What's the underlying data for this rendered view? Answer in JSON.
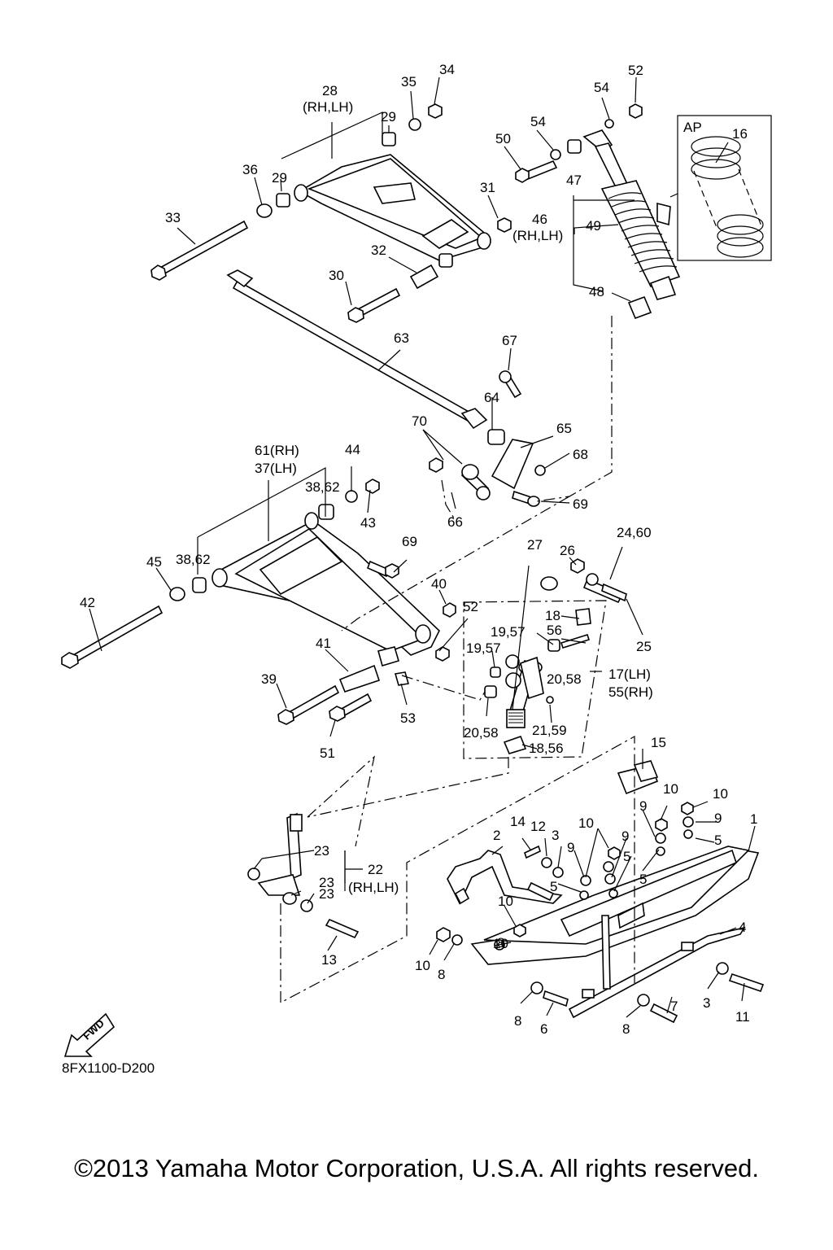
{
  "diagram_code": "8FX1100-D200",
  "copyright": "©2013 Yamaha Motor Corporation, U.S.A. All rights reserved.",
  "fwd_label": "FWD",
  "inset_label": "AP",
  "callouts": [
    "1",
    "2",
    "3",
    "3",
    "4",
    "5",
    "5",
    "5",
    "5",
    "6",
    "7",
    "8",
    "8",
    "8",
    "8",
    "9",
    "9",
    "9",
    "9",
    "10",
    "10",
    "10",
    "10",
    "10",
    "10",
    "11",
    "12",
    "13",
    "14",
    "15",
    "16",
    "17(LH)",
    "55(RH)",
    "18",
    "56",
    "18,56",
    "19,57",
    "19,57",
    "20,58",
    "20,58",
    "21,59",
    "22",
    "(RH,LH)",
    "23",
    "23",
    "23",
    "24,60",
    "25",
    "26",
    "27",
    "28",
    "(RH,LH)",
    "29",
    "29",
    "30",
    "31",
    "32",
    "33",
    "34",
    "35",
    "36",
    "37(LH)",
    "61(RH)",
    "38,62",
    "38,62",
    "39",
    "40",
    "41",
    "42",
    "43",
    "44",
    "45",
    "46",
    "(RH,LH)",
    "47",
    "48",
    "49",
    "50",
    "51",
    "52",
    "52",
    "53",
    "54",
    "54",
    "63",
    "64",
    "65",
    "66",
    "67",
    "68",
    "69",
    "69",
    "70"
  ]
}
